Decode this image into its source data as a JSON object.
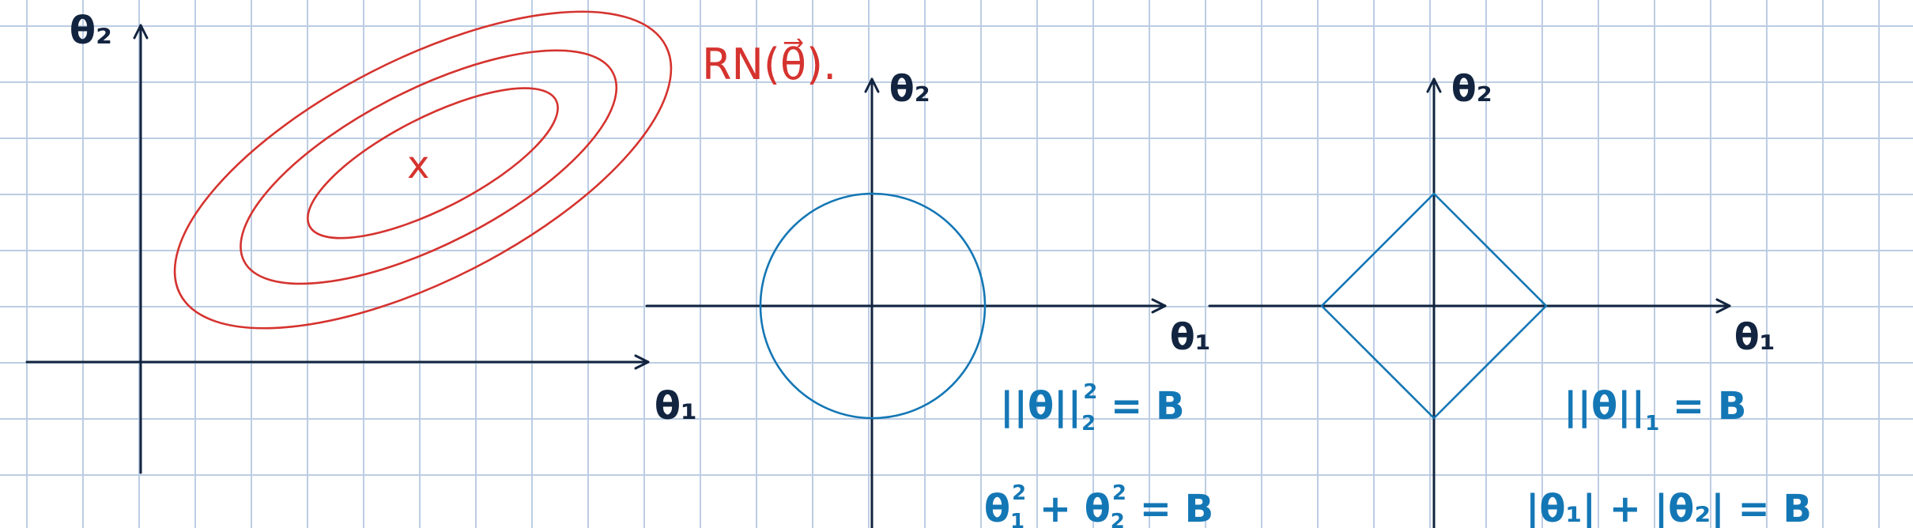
{
  "panel_left": {
    "axis_x_label": "θ₁",
    "axis_y_label": "θ₂",
    "curve_label": "RN(θ⃗).",
    "center_mark": "x"
  },
  "panel_middle": {
    "axis_x_label": "θ₁",
    "axis_y_label": "θ₂",
    "eq1_main": "||θ||",
    "eq1_sub": "2",
    "eq1_sup": "2",
    "eq1_rest": " = B",
    "eq2_a": "θ",
    "eq2_a_sub": "1",
    "eq2_a_sup": "2",
    "eq2_mid": " + θ",
    "eq2_b_sub": "2",
    "eq2_b_sup": "2",
    "eq2_rest": " = B"
  },
  "panel_right": {
    "axis_x_label": "θ₁",
    "axis_y_label": "θ₂",
    "eq1_main": "||θ||",
    "eq1_sub": "1",
    "eq1_rest": " = B",
    "eq2": "|θ₁| + |θ₂| = B"
  },
  "colors": {
    "ink": "#12243f",
    "red": "#d5332f",
    "blue": "#1477b5",
    "grid": "#bccde3"
  }
}
